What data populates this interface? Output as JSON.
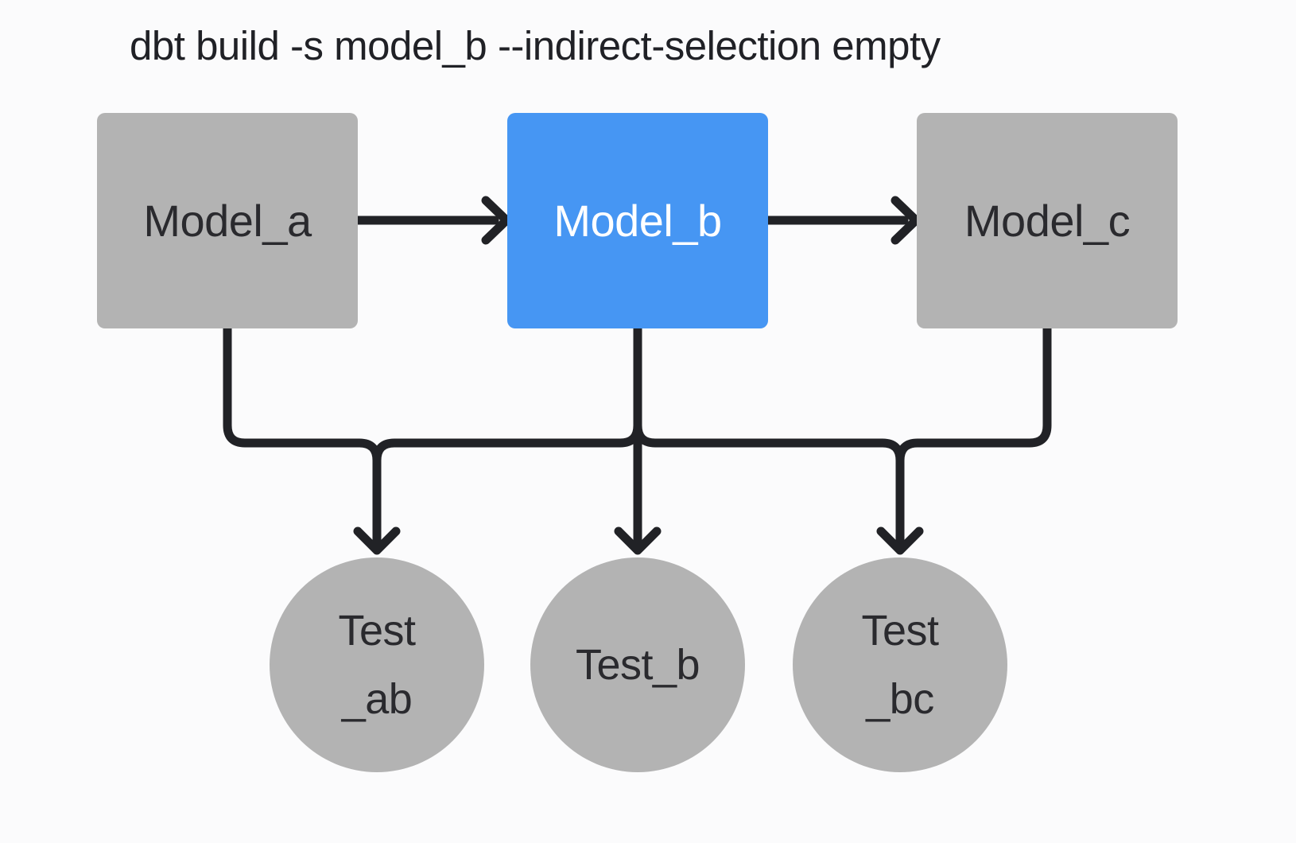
{
  "title": "dbt build -s model_b --indirect-selection empty",
  "colors": {
    "background": "#fbfbfc",
    "node_gray": "#b3b3b3",
    "selected_blue": "#4696f3",
    "edge": "#212226",
    "text_dark": "#2a2a2e",
    "text_on_selected": "#ffffff"
  },
  "diagram": {
    "type": "dag",
    "models": [
      {
        "id": "model_a",
        "label": "Model_a",
        "selected": false
      },
      {
        "id": "model_b",
        "label": "Model_b",
        "selected": true
      },
      {
        "id": "model_c",
        "label": "Model_c",
        "selected": false
      }
    ],
    "tests": [
      {
        "id": "test_ab",
        "line1": "Test",
        "line2": "_ab"
      },
      {
        "id": "test_b",
        "line1": "Test_b"
      },
      {
        "id": "test_bc",
        "line1": "Test",
        "line2": "_bc"
      }
    ],
    "edges": [
      {
        "from": "model_a",
        "to": "model_b"
      },
      {
        "from": "model_b",
        "to": "model_c"
      },
      {
        "from": "model_a",
        "to": "test_ab"
      },
      {
        "from": "model_b",
        "to": "test_ab"
      },
      {
        "from": "model_b",
        "to": "test_b"
      },
      {
        "from": "model_b",
        "to": "test_bc"
      },
      {
        "from": "model_c",
        "to": "test_bc"
      }
    ]
  }
}
